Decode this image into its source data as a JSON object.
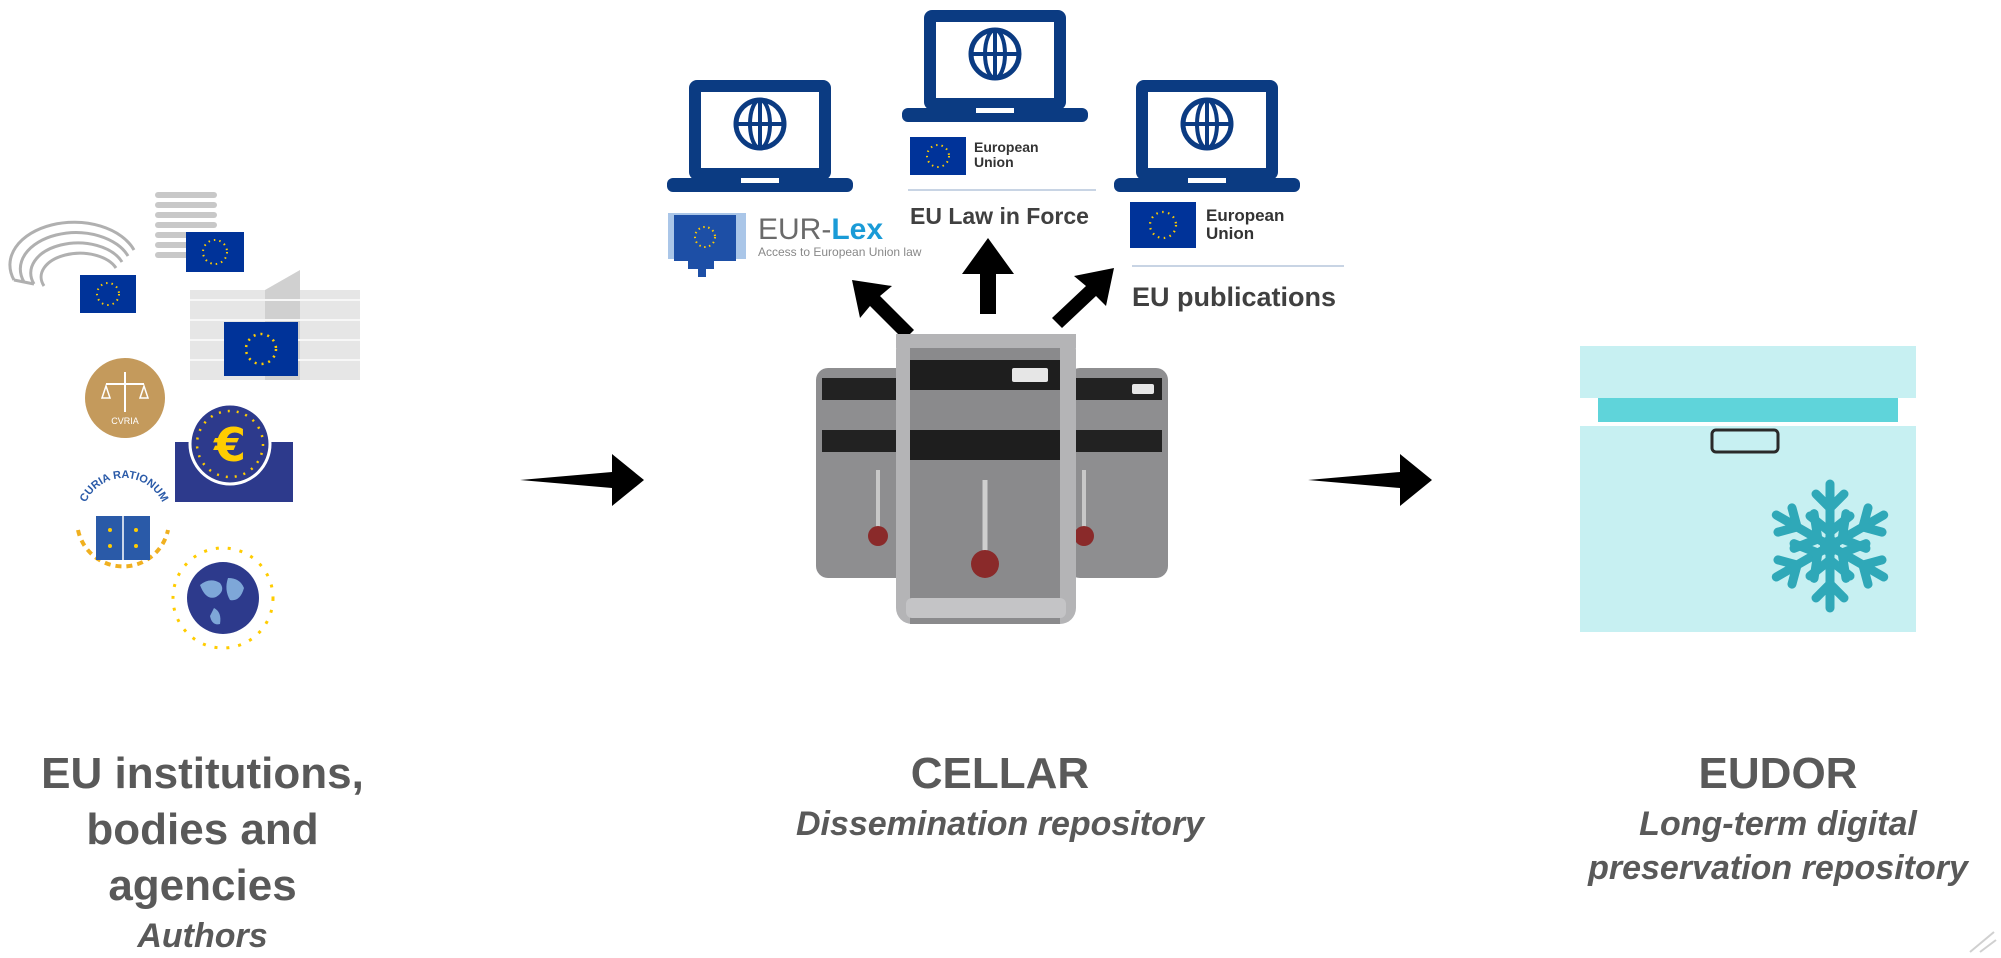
{
  "columns": {
    "authors": {
      "title": "EU institutions,\nbodies and\nagencies",
      "subtitle": "Authors"
    },
    "cellar": {
      "title": "CELLAR",
      "subtitle": "Dissemination repository"
    },
    "eudor": {
      "title": "EUDOR",
      "subtitle": "Long-term digital\npreservation repository"
    }
  },
  "portals": {
    "eurlex": {
      "name_plain": "EUR-",
      "name_bold": "Lex",
      "tagline": "Access to European Union law"
    },
    "law_in_force": {
      "org": "European\nUnion",
      "label": "EU Law in Force"
    },
    "publications": {
      "org": "European\nUnion",
      "label": "EU publications"
    }
  },
  "logos": {
    "curia_ratio": "CURIA RATIONUM",
    "cvria": "CVRIA"
  },
  "colors": {
    "eu_blue": "#003399",
    "navy": "#0b3b82",
    "eu_gold": "#ffcc00",
    "text_gray": "#595959",
    "eurlex_cyan": "#1a9bd7",
    "box_light": "#c7f0f2",
    "box_lid": "#5fd4da",
    "snowflake": "#2fa8b8"
  },
  "icons": [
    "globe-icon",
    "laptop-icon",
    "eu-flag-icon",
    "server-icon",
    "storage-box-icon",
    "snowflake-icon",
    "arrow-icon",
    "euro-icon",
    "world-map-icon",
    "scales-of-justice-icon",
    "parliament-hemicycle-icon"
  ]
}
